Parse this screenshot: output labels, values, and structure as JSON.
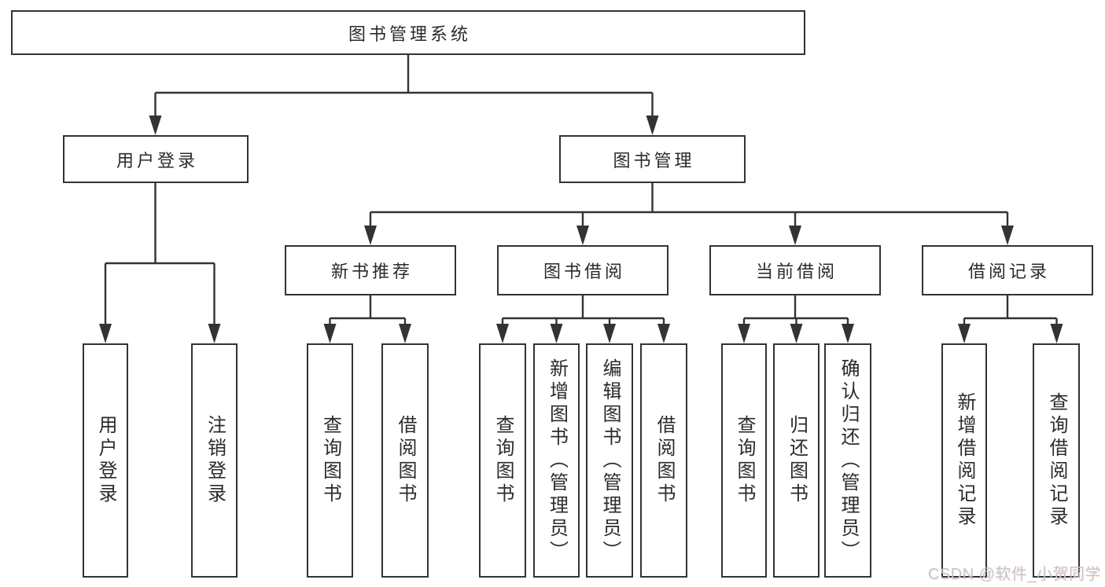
{
  "tree": {
    "label": "图书管理系统",
    "children": [
      {
        "label": "用户登录",
        "children": [
          {
            "label": "用户登录"
          },
          {
            "label": "注销登录"
          }
        ]
      },
      {
        "label": "图书管理",
        "children": [
          {
            "label": "新书推荐",
            "children": [
              {
                "label": "查询图书"
              },
              {
                "label": "借阅图书"
              }
            ]
          },
          {
            "label": "图书借阅",
            "children": [
              {
                "label": "查询图书"
              },
              {
                "label": "新增图书（管理员）"
              },
              {
                "label": "编辑图书（管理员）"
              },
              {
                "label": "借阅图书"
              }
            ]
          },
          {
            "label": "当前借阅",
            "children": [
              {
                "label": "查询图书"
              },
              {
                "label": "归还图书"
              },
              {
                "label": "确认归还（管理员）"
              }
            ]
          },
          {
            "label": "借阅记录",
            "children": [
              {
                "label": "新增借阅记录"
              },
              {
                "label": "查询借阅记录"
              }
            ]
          }
        ]
      }
    ]
  },
  "watermark": {
    "text": "CSDN @软件_小贺同学"
  },
  "colors": {
    "line": "#333333",
    "text": "#2b2b2b",
    "background": "#ffffff",
    "watermark": "#c6c6c6"
  }
}
